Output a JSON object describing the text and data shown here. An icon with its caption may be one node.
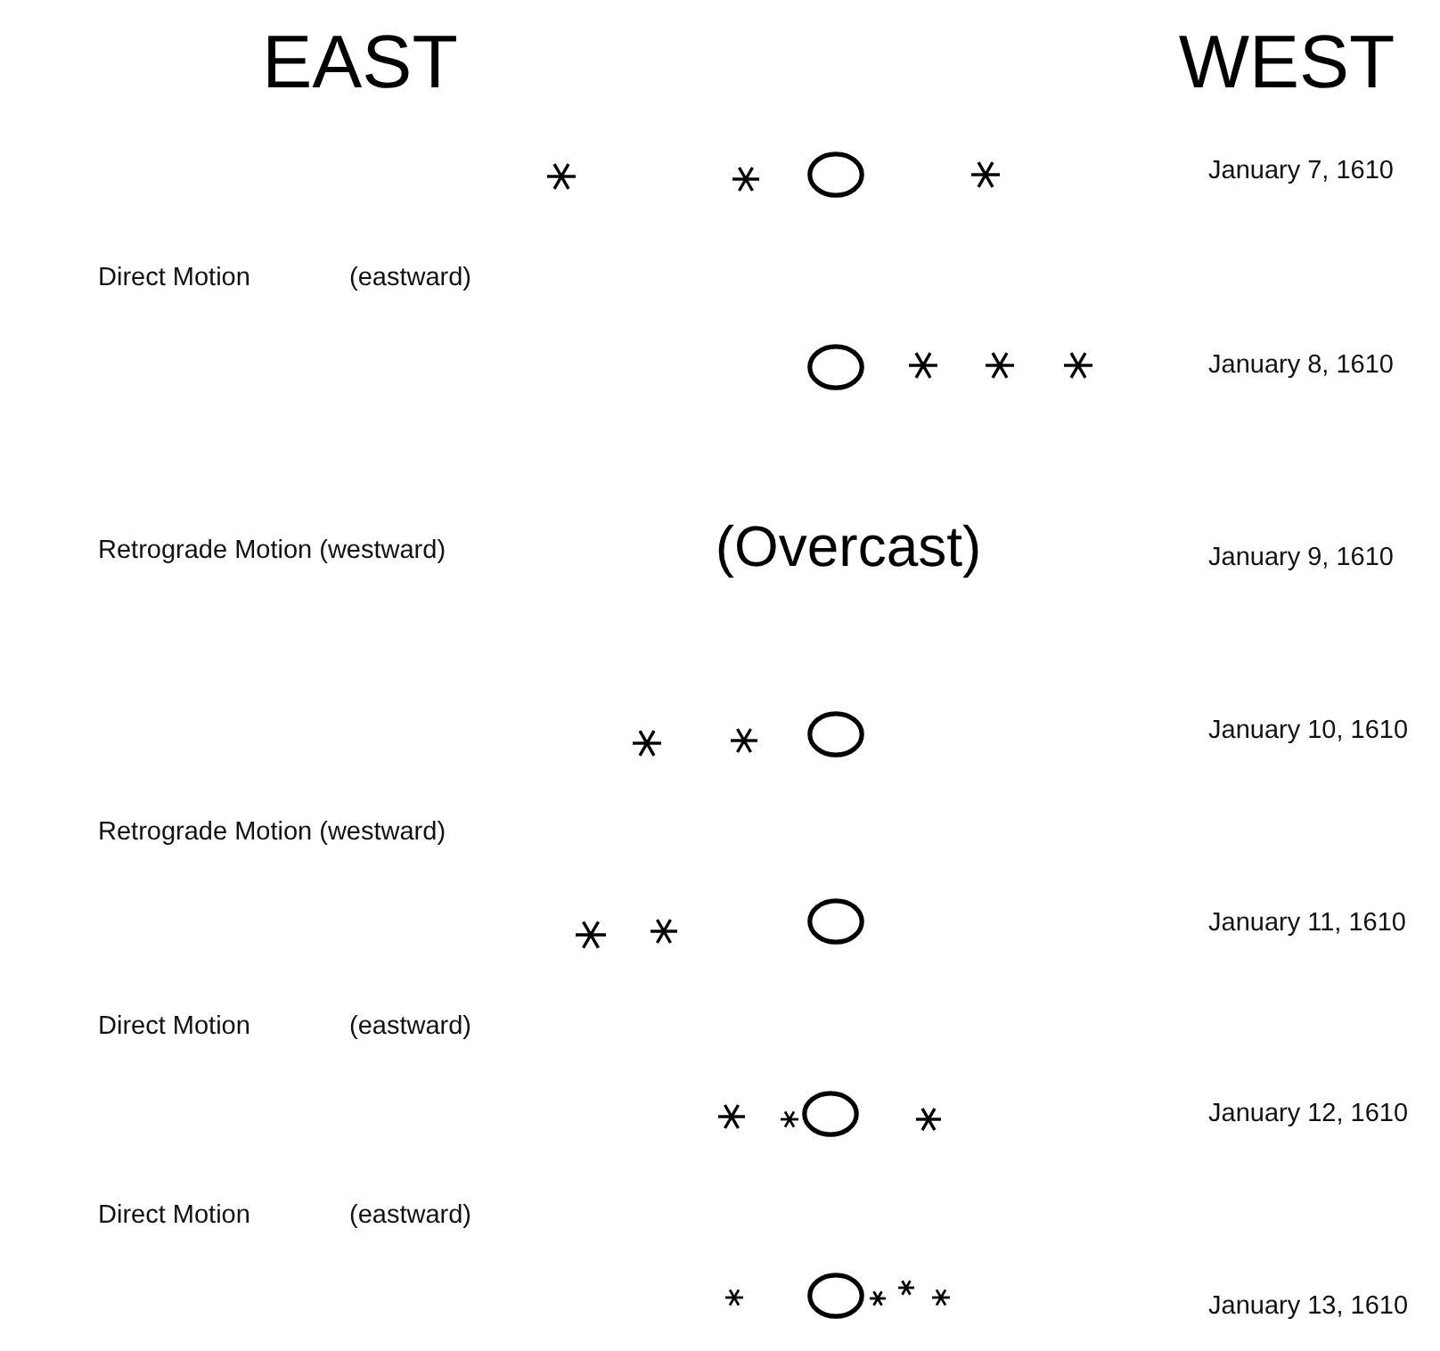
{
  "diagram": {
    "labels": [
      "EAST",
      "WEST",
      "January 7, 1610",
      "Direct Motion",
      "(eastward)",
      "January 8, 1610",
      "Retrograde Motion (westward)",
      "(Overcast)",
      "January 9, 1610",
      "January 10, 1610",
      "Retrograde Motion (westward)",
      "January 11, 1610",
      "Direct Motion",
      "(eastward)",
      "January 12, 1610",
      "Direct Motion",
      "(eastward)",
      "January 13, 1610"
    ]
  }
}
